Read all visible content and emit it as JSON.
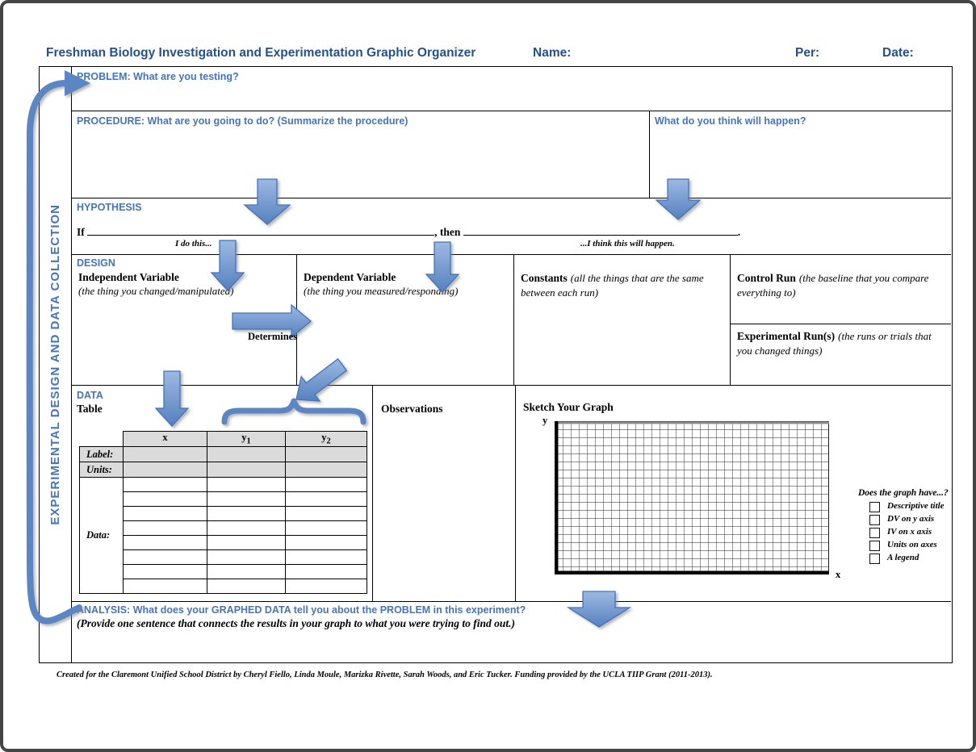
{
  "page": {
    "title": "Freshman Biology Investigation and Experimentation Graphic Organizer",
    "name_label": "Name:",
    "per_label": "Per:",
    "date_label": "Date:",
    "footer": "Created for the Claremont Unified School District by Cheryl Fiello, Linda Moule, Marizka Rivette, Sarah Woods, and Eric Tucker.  Funding provided by the UCLA TIIP Grant (2011-2013)."
  },
  "sidebar": {
    "vertical_label": "EXPERIMENTAL DESIGN AND DATA COLLECTION"
  },
  "colors": {
    "title_navy": "#24508C",
    "section_header_blue": "#4674B8",
    "arrow_blue": "#5B85C4",
    "table_gray": "#DBDBDB"
  },
  "icons": {
    "flow_arrow": "blue-block-arrow",
    "loop_arrow": "curved-feedback-arrow",
    "brace": "horizontal-curly-brace",
    "checkbox": "empty-square"
  },
  "sections": {
    "problem": {
      "header": "PROBLEM: What are you testing?"
    },
    "procedure": {
      "header": "PROCEDURE: What are you going to do? (Summarize the procedure)",
      "prediction_header": "What do you think will happen?"
    },
    "hypothesis": {
      "header": "HYPOTHESIS",
      "if_label": "If",
      "then_label": ", then",
      "period": ".",
      "if_hint": "I do this...",
      "then_hint": "...I think this will happen."
    },
    "design": {
      "header": "DESIGN",
      "determines_label": "Determines",
      "columns": [
        {
          "title": "Independent Variable",
          "subtitle": "(the thing you changed/manipulated)"
        },
        {
          "title": "Dependent Variable",
          "subtitle": "(the thing you measured/responding)"
        },
        {
          "title": "Constants",
          "subtitle": "(all the things that are the same between each run)"
        },
        {
          "title": "Control Run",
          "subtitle": "(the baseline that you compare everything to)"
        },
        {
          "title": "Experimental Run(s)",
          "subtitle": "(the runs or trials that you changed things)"
        }
      ]
    },
    "data": {
      "header": "DATA",
      "table_label": "Table",
      "observations_label": "Observations",
      "graph_label": "Sketch Your Graph",
      "table": {
        "headers": [
          {
            "base": "x",
            "sub": ""
          },
          {
            "base": "y",
            "sub": "1"
          },
          {
            "base": "y",
            "sub": "2"
          }
        ],
        "row_labels": [
          "Label:",
          "Units:",
          "Data:"
        ],
        "data_row_count": 8
      },
      "graph": {
        "y_axis_label": "y",
        "x_axis_label": "x"
      },
      "checklist": {
        "title": "Does the graph have...?",
        "items": [
          "Descriptive title",
          "DV on y axis",
          "IV on x axis",
          "Units on axes",
          "A legend"
        ]
      }
    },
    "analysis": {
      "header": "ANALYSIS: What does your GRAPHED DATA tell you about the PROBLEM in this experiment?",
      "subheader": "(Provide one sentence that connects the results in your graph to what you were trying to find out.)"
    }
  }
}
